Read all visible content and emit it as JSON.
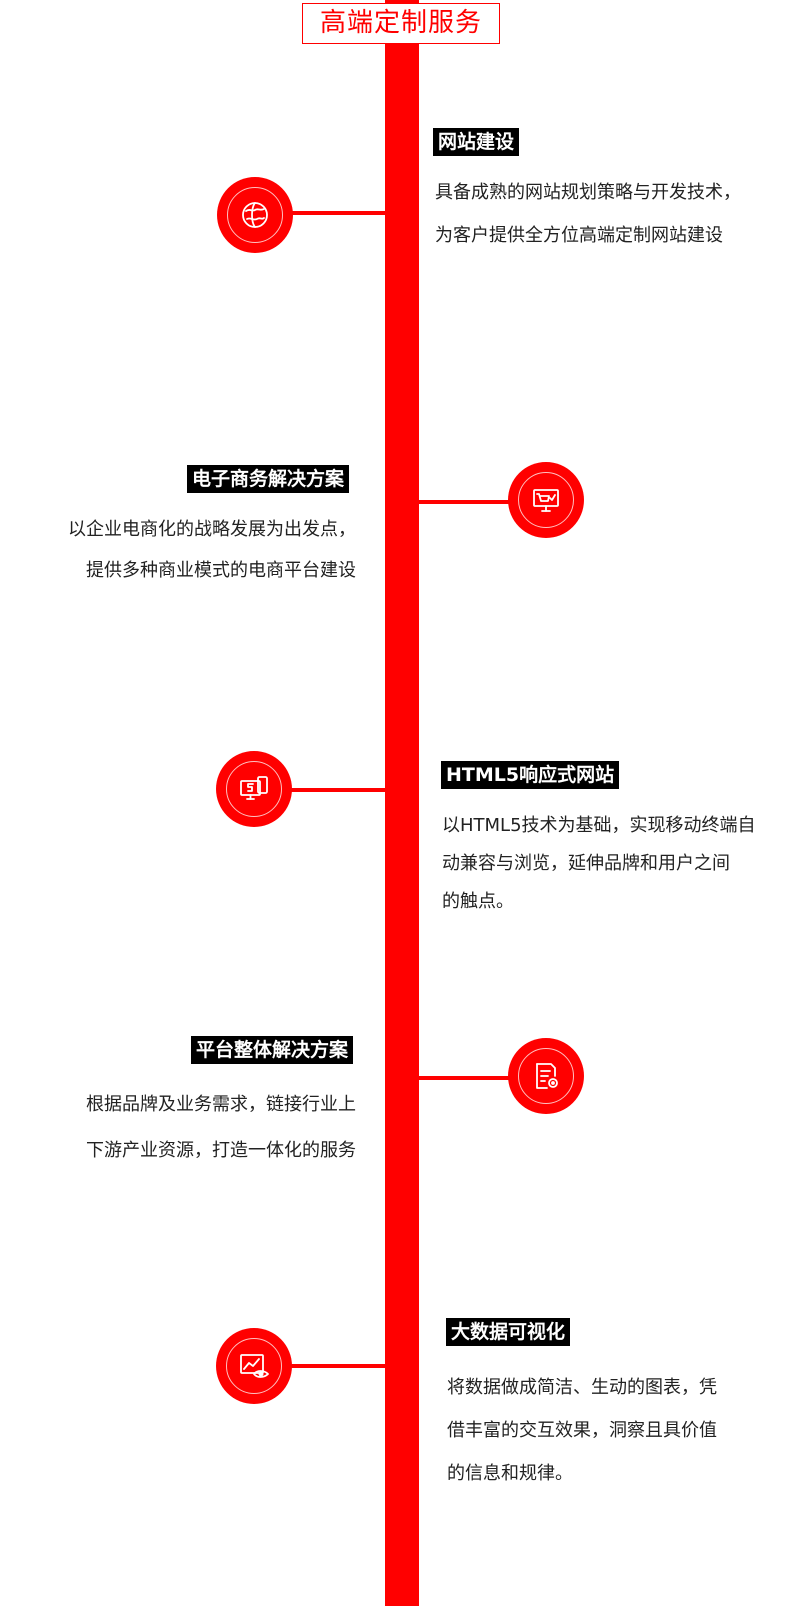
{
  "title": "高端定制服务",
  "colors": {
    "accent": "#ff0000",
    "tag_bg": "#000000",
    "tag_text": "#ffffff",
    "body_text": "#222222"
  },
  "items": [
    {
      "icon": "globe-icon",
      "tag": "网站建设",
      "lines": [
        "具备成熟的网站规划策略与开发技术，",
        "为客户提供全方位高端定制网站建设"
      ]
    },
    {
      "icon": "shopping-cart-monitor-icon",
      "tag": "电子商务解决方案",
      "lines": [
        "以企业电商化的战略发展为出发点，",
        "提供多种商业模式的电商平台建设"
      ]
    },
    {
      "icon": "html5-devices-icon",
      "tag": "HTML5响应式网站",
      "lines": [
        "以HTML5技术为基础，实现移动终端自",
        "动兼容与浏览，延伸品牌和用户之间",
        "的触点。"
      ]
    },
    {
      "icon": "document-settings-icon",
      "tag": "平台整体解决方案",
      "lines": [
        "根据品牌及业务需求，链接行业上",
        "下游产业资源，打造一体化的服务"
      ]
    },
    {
      "icon": "chart-eye-icon",
      "tag": "大数据可视化",
      "lines": [
        "将数据做成简洁、生动的图表，凭",
        "借丰富的交互效果，洞察且具价值",
        "的信息和规律。"
      ]
    }
  ]
}
